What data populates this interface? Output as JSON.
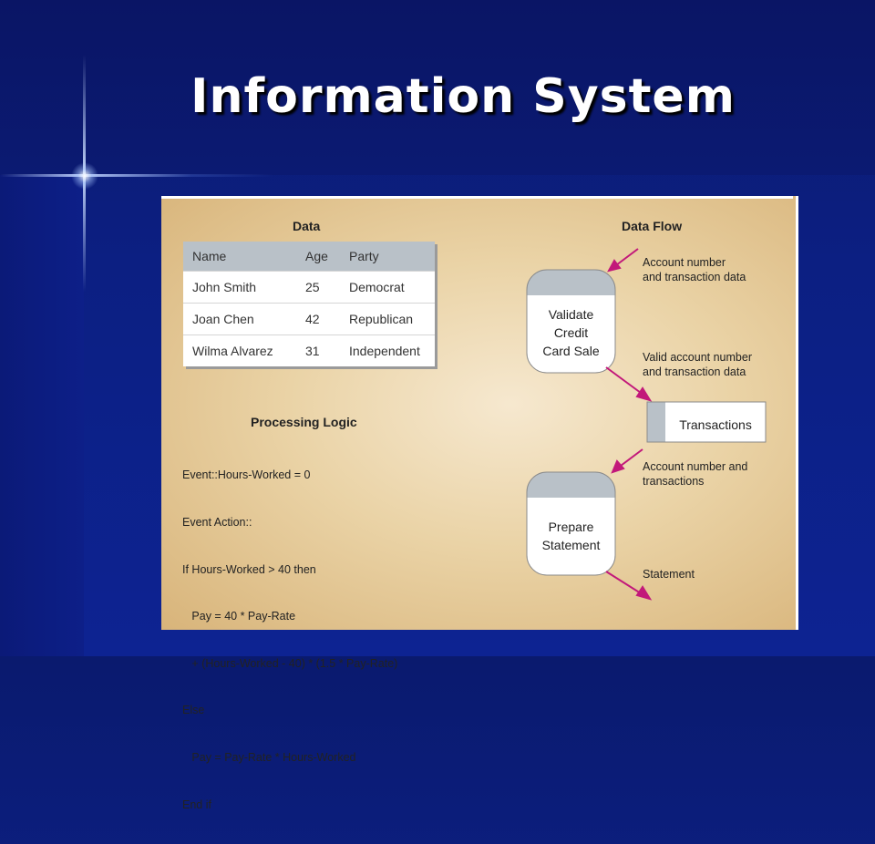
{
  "slide": {
    "title": "Information System"
  },
  "diagram": {
    "data_section": {
      "heading": "Data",
      "columns": [
        "Name",
        "Age",
        "Party"
      ],
      "rows": [
        [
          "John Smith",
          "25",
          "Democrat"
        ],
        [
          "Joan Chen",
          "42",
          "Republican"
        ],
        [
          "Wilma Alvarez",
          "31",
          "Independent"
        ]
      ]
    },
    "processing_logic": {
      "heading": "Processing Logic",
      "lines": [
        "Event::Hours-Worked = 0",
        "Event Action::",
        "If Hours-Worked > 40 then",
        "   Pay = 40 * Pay-Rate",
        "   + (Hours-Worked - 40) * (1.5 * Pay-Rate)",
        "Else",
        "   Pay = Pay-Rate * Hours-Worked",
        "End if"
      ]
    },
    "data_flow": {
      "heading": "Data Flow",
      "process_validate_lines": [
        "Validate",
        "Credit",
        "Card Sale"
      ],
      "process_statement_lines": [
        "Prepare",
        "Statement"
      ],
      "data_store": "Transactions",
      "flow_labels": {
        "input": [
          "Account number",
          "and transaction data"
        ],
        "validated": [
          "Valid account number",
          "and transaction data"
        ],
        "from_store": [
          "Account number and",
          "transactions"
        ],
        "output": [
          "Statement"
        ]
      }
    },
    "colors": {
      "arrow": "#c2187a",
      "process_header": "#b9c1c8",
      "store_bar": "#b9c1c8"
    }
  }
}
